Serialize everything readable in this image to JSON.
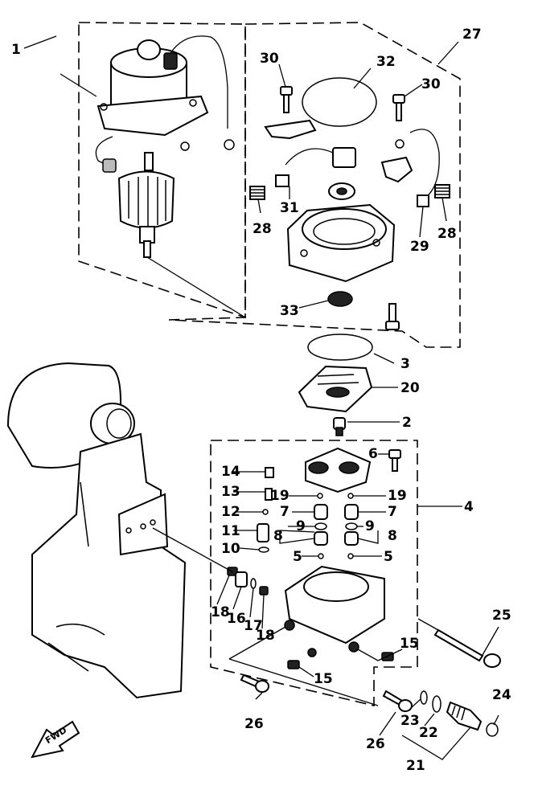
{
  "callouts": {
    "p1": "1",
    "p2": "2",
    "p3": "3",
    "p4": "4",
    "p5a": "5",
    "p5b": "5",
    "p6": "6",
    "p7a": "7",
    "p7b": "7",
    "p8a": "8",
    "p8b": "8",
    "p9a": "9",
    "p9b": "9",
    "p10": "10",
    "p11": "11",
    "p12": "12",
    "p13": "13",
    "p14": "14",
    "p15a": "15",
    "p15b": "15",
    "p16": "16",
    "p17": "17",
    "p18a": "18",
    "p18b": "18",
    "p19a": "19",
    "p19b": "19",
    "p20": "20",
    "p21": "21",
    "p22": "22",
    "p23": "23",
    "p24": "24",
    "p25": "25",
    "p26a": "26",
    "p26b": "26",
    "p27": "27",
    "p28a": "28",
    "p28b": "28",
    "p29": "29",
    "p30a": "30",
    "p30b": "30",
    "p31": "31",
    "p32": "32",
    "p33": "33"
  },
  "direction_marker": "FWD"
}
